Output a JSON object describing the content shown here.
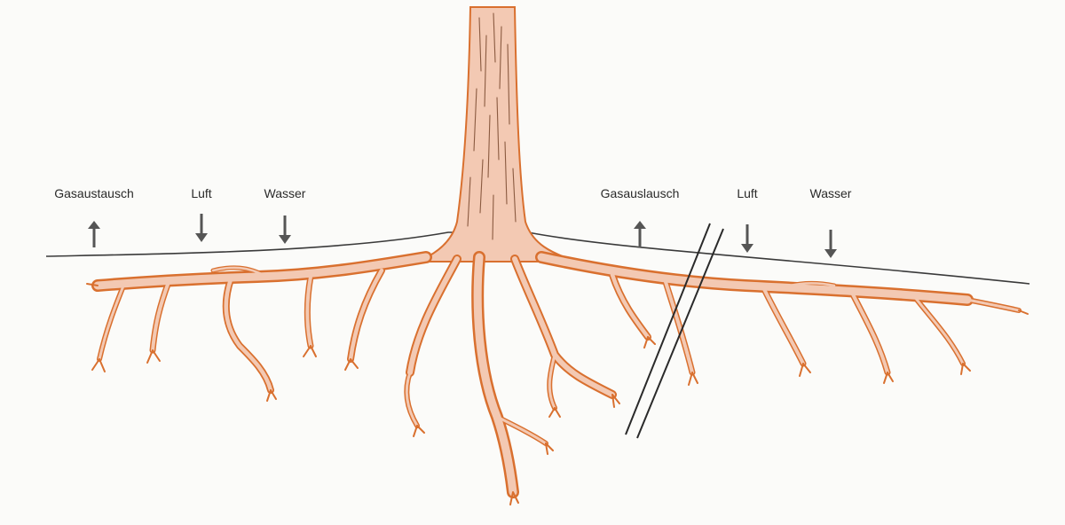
{
  "left_group": {
    "gas_label": "Gasaustausch",
    "air_label": "Luft",
    "water_label": "Wasser"
  },
  "right_group": {
    "gas_label": "Gasauslausch",
    "air_label": "Luft",
    "water_label": "Wasser"
  },
  "icons": {
    "gas_arrow": "arrow-up-icon",
    "air_arrow": "arrow-down-icon",
    "water_arrow": "arrow-down-icon"
  },
  "colors": {
    "root_fill": "#f3c9b3",
    "root_stroke": "#d9702f",
    "bark_lines": "#8a5a40",
    "ground_line": "#3a3a3a",
    "arrow": "#555555",
    "cut_line": "#2a2a2a"
  }
}
